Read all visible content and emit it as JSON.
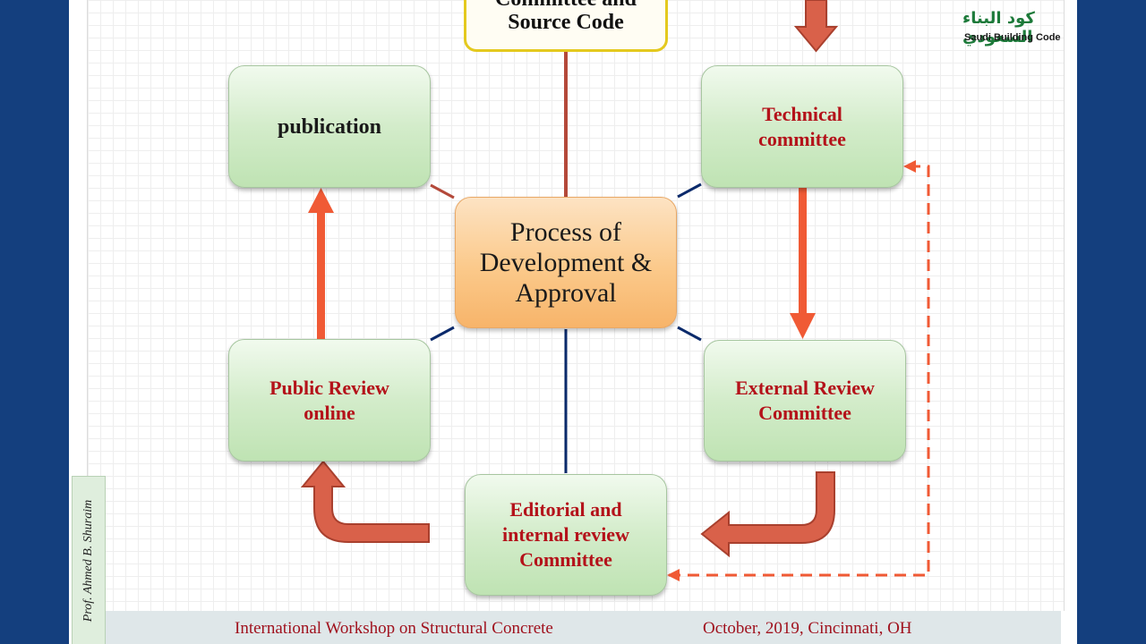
{
  "diagram": {
    "top_box": "Committee and\nSource Code",
    "center": "Process of\nDevelopment &\nApproval",
    "nodes": {
      "publication": "publication",
      "technical": "Technical\ncommittee",
      "external": "External Review\nCommittee",
      "editorial": "Editorial and\ninternal review\nCommittee",
      "public_review": "Public Review\nonline"
    }
  },
  "logo": {
    "arabic": "كود البناء السعودي",
    "english": "Saudi Building Code"
  },
  "author": "Prof. Ahmed B. Shuraim",
  "footer": {
    "left": "International Workshop on Structural Concrete",
    "right": "October, 2019, Cincinnati, OH"
  },
  "colors": {
    "background": "#143f7e",
    "node_text": "#b4121a",
    "arrow_red": "#f05a35",
    "curved_arrow": "#d9614a",
    "connector_blue": "#0b2a6b",
    "connector_brown": "#b4493a"
  }
}
